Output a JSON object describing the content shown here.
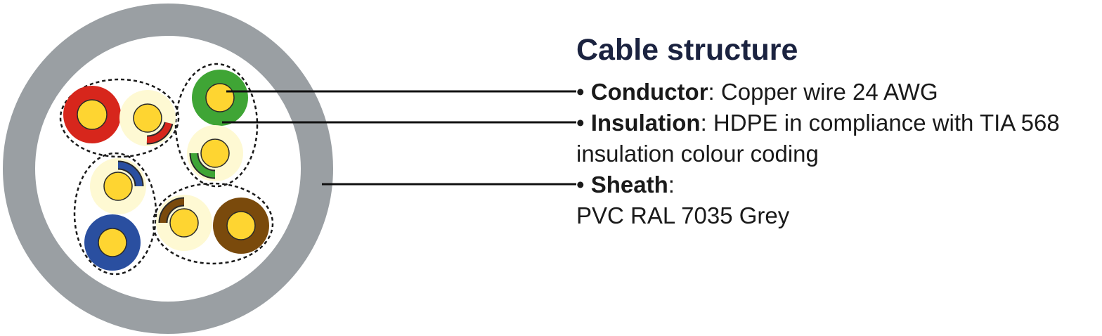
{
  "title": "Cable structure",
  "items": [
    {
      "label": "Conductor",
      "separator": ":",
      "value": " Copper wire 24 AWG"
    },
    {
      "label": "Insulation",
      "separator": ":",
      "value": " HDPE in compliance with TIA 568",
      "continuation": "insulation colour coding"
    },
    {
      "label": "Sheath",
      "separator": ":",
      "continuation": "PVC RAL 7035 Grey"
    }
  ],
  "bullet": "•",
  "colors": {
    "sheath": "#9a9fa3",
    "conductor": "#fed531",
    "insulation_base": "#fef9d3",
    "red": "#d7261c",
    "green": "#3fa535",
    "blue": "#2a4fa0",
    "brown": "#7a4a0c",
    "title": "#1b2340"
  }
}
